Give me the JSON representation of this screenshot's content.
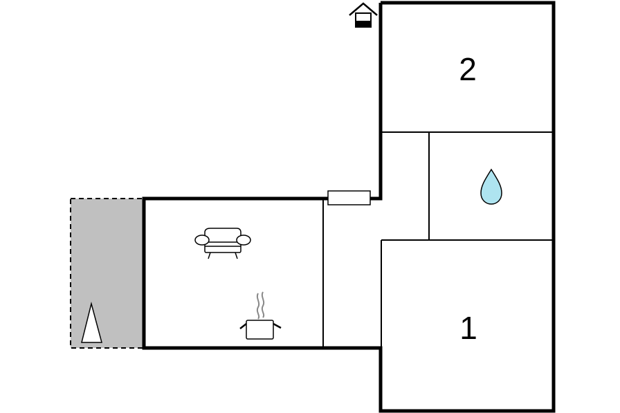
{
  "floorplan": {
    "rooms": [
      {
        "id": "bedroom-2",
        "label": "2",
        "icon": null
      },
      {
        "id": "bathroom",
        "label": "",
        "icon": "water-drop-icon"
      },
      {
        "id": "bedroom-1",
        "label": "1",
        "icon": null
      },
      {
        "id": "living-kitchen",
        "label": "",
        "icon": "sofa-icon"
      },
      {
        "id": "terrace",
        "label": "",
        "icon": "parasol-icon"
      }
    ],
    "icons": [
      "entrance-house-icon",
      "sofa-icon",
      "cooking-pot-icon",
      "water-drop-icon",
      "parasol-icon",
      "window-icon"
    ],
    "colors": {
      "wall": "#000000",
      "terrace_fill": "#c0c0c0",
      "water": "#aee4f0",
      "entrance_fill": "#000000"
    }
  }
}
